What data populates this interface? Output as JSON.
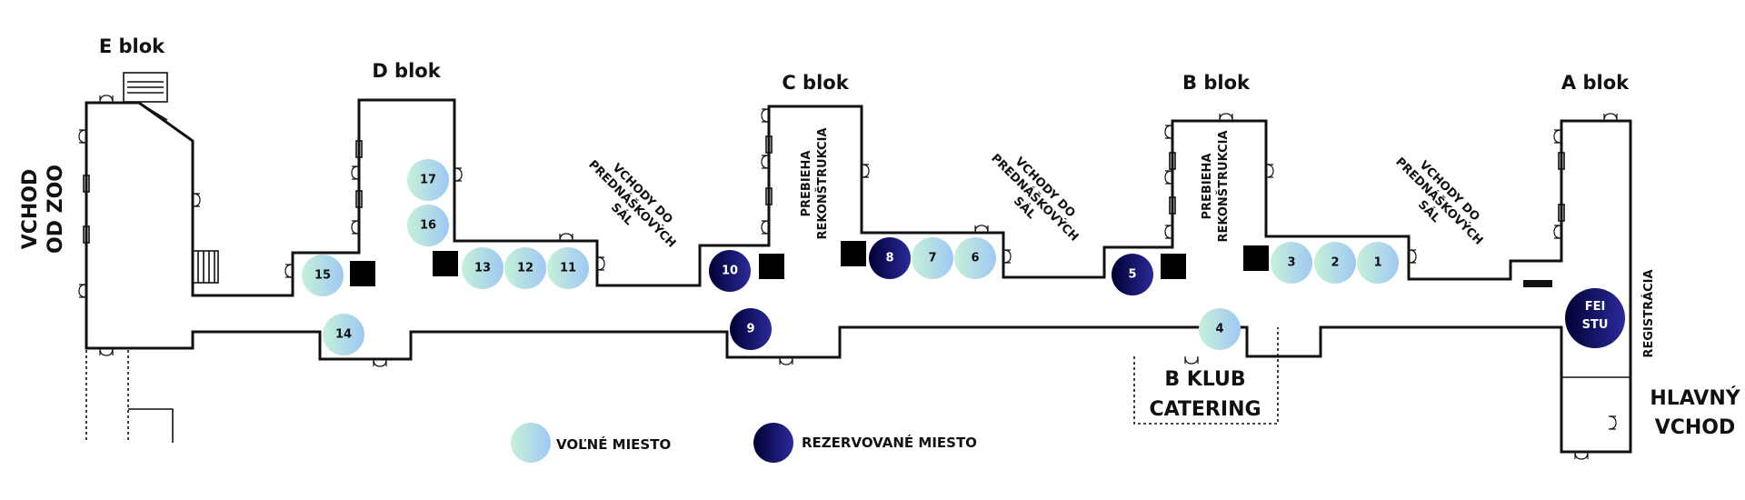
{
  "blocks": {
    "e": "E blok",
    "d": "D blok",
    "c": "C blok",
    "b": "B blok",
    "a": "A blok"
  },
  "entrance_zoo": [
    "VCHOD",
    "OD ZOO"
  ],
  "main_entrance": [
    "HLAVNÝ",
    "VCHOD"
  ],
  "registration": "REGISTRÁCIA",
  "fei_stu": [
    "FEI",
    "STU"
  ],
  "bklub": [
    "B KLUB",
    "CATERING"
  ],
  "lecture_entrance": [
    "VCHODY DO",
    "PREDNÁŠKOVÝCH",
    "SÁL"
  ],
  "reconstruction": [
    "PREBIEHA",
    "REKONŠTRUKCIA"
  ],
  "legend": {
    "free": "VOĽNÉ MIESTO",
    "reserved": "REZERVOVANÉ MIESTO"
  },
  "colors": {
    "free_a": "#c6f1d8",
    "free_b": "#9fc8f4",
    "reserved_a": "#000033",
    "reserved_b": "#2b2a9c"
  },
  "spots": [
    {
      "id": "1",
      "status": "free"
    },
    {
      "id": "2",
      "status": "free"
    },
    {
      "id": "3",
      "status": "free"
    },
    {
      "id": "4",
      "status": "free"
    },
    {
      "id": "5",
      "status": "reserved"
    },
    {
      "id": "6",
      "status": "free"
    },
    {
      "id": "7",
      "status": "free"
    },
    {
      "id": "8",
      "status": "reserved"
    },
    {
      "id": "9",
      "status": "reserved"
    },
    {
      "id": "10",
      "status": "reserved"
    },
    {
      "id": "11",
      "status": "free"
    },
    {
      "id": "12",
      "status": "free"
    },
    {
      "id": "13",
      "status": "free"
    },
    {
      "id": "14",
      "status": "free"
    },
    {
      "id": "15",
      "status": "free"
    },
    {
      "id": "16",
      "status": "free"
    },
    {
      "id": "17",
      "status": "free"
    }
  ]
}
